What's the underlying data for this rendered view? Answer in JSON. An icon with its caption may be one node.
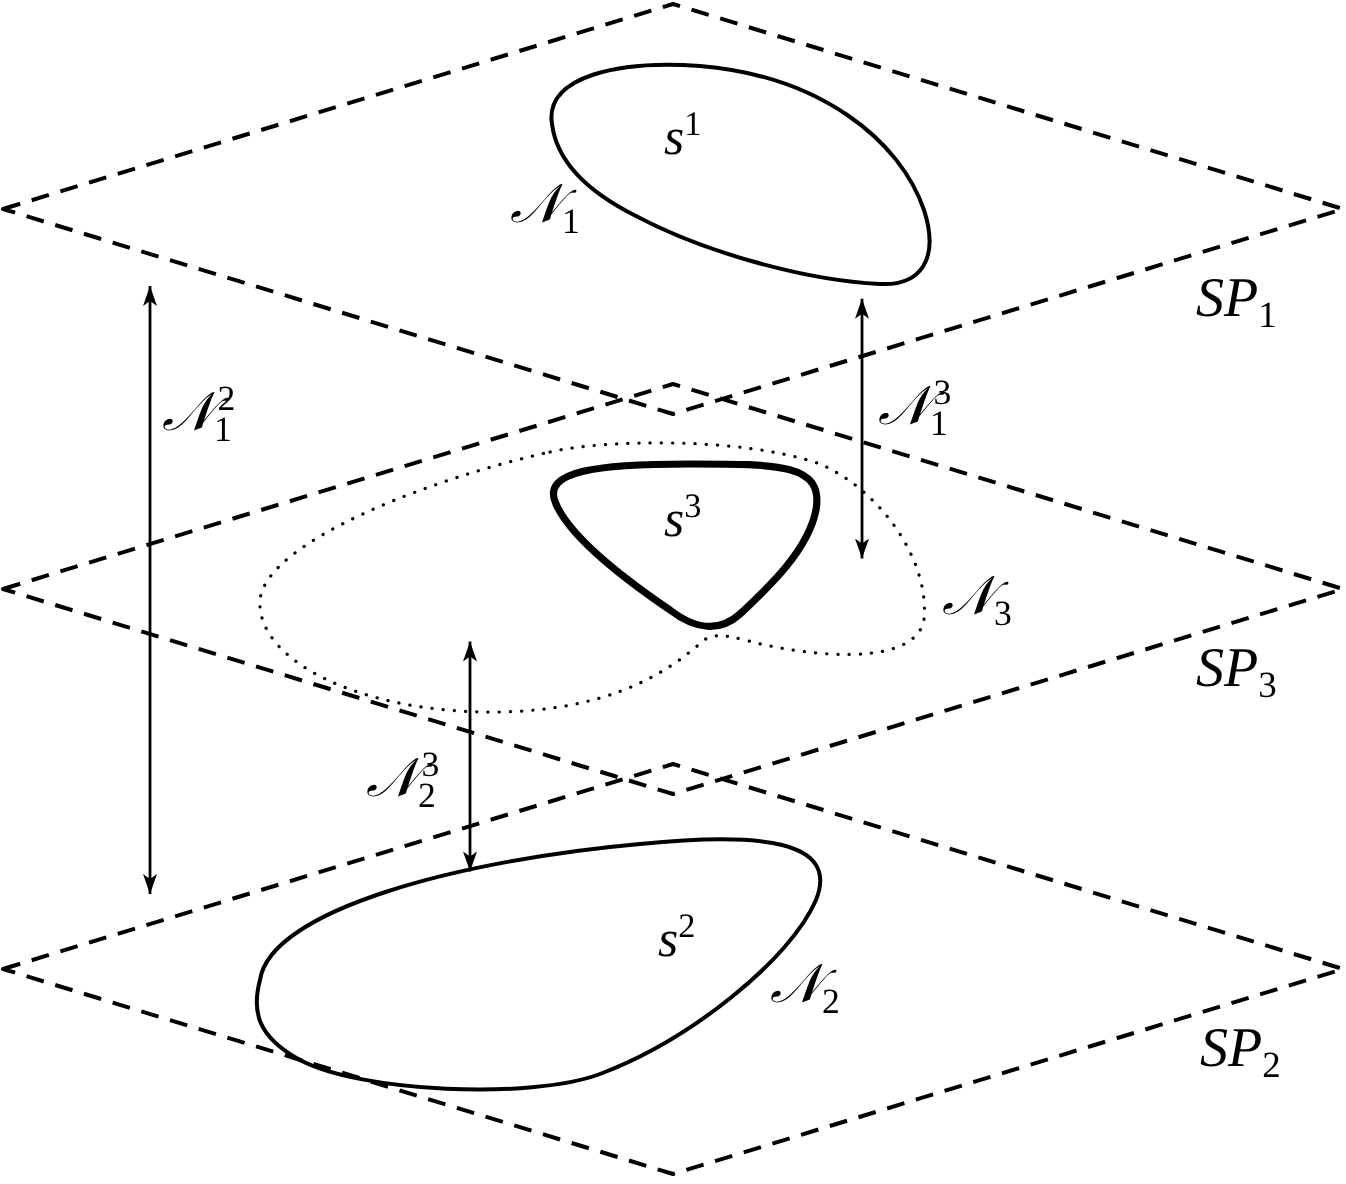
{
  "diagram": {
    "nodes": [
      {
        "text": [
          "SP$_{1}$"
        ]
      },
      {
        "text": [
          "s$^{1}$"
        ],
        "in": 0,
        "beside": [
          "𝒩$_{1}$"
        ]
      },
      {
        "text": [
          "SP$_{3}$"
        ]
      },
      {
        "text": [],
        "shape": "ellipse",
        "in": 2,
        "beside": [
          "𝒩$_{3}$"
        ]
      },
      {
        "text": [
          "s$^{3}$"
        ],
        "in": 3
      },
      {
        "text": [
          "SP$_{2}$"
        ]
      },
      {
        "text": [
          "s$^{2}$"
        ],
        "in": 5,
        "beside": [
          "𝒩$_{2}$"
        ]
      }
    ],
    "edges": [
      {
        "from": 0,
        "to": 5,
        "arrow": "both",
        "label": "𝒩$_{1}$$^{2}$"
      },
      {
        "from": 1,
        "to": 3,
        "arrow": "both",
        "label": "𝒩$_{1}$$^{3}$"
      },
      {
        "from": 3,
        "to": 6,
        "arrow": "both",
        "label": "𝒩$_{2}$$^{3}$"
      }
    ]
  }
}
